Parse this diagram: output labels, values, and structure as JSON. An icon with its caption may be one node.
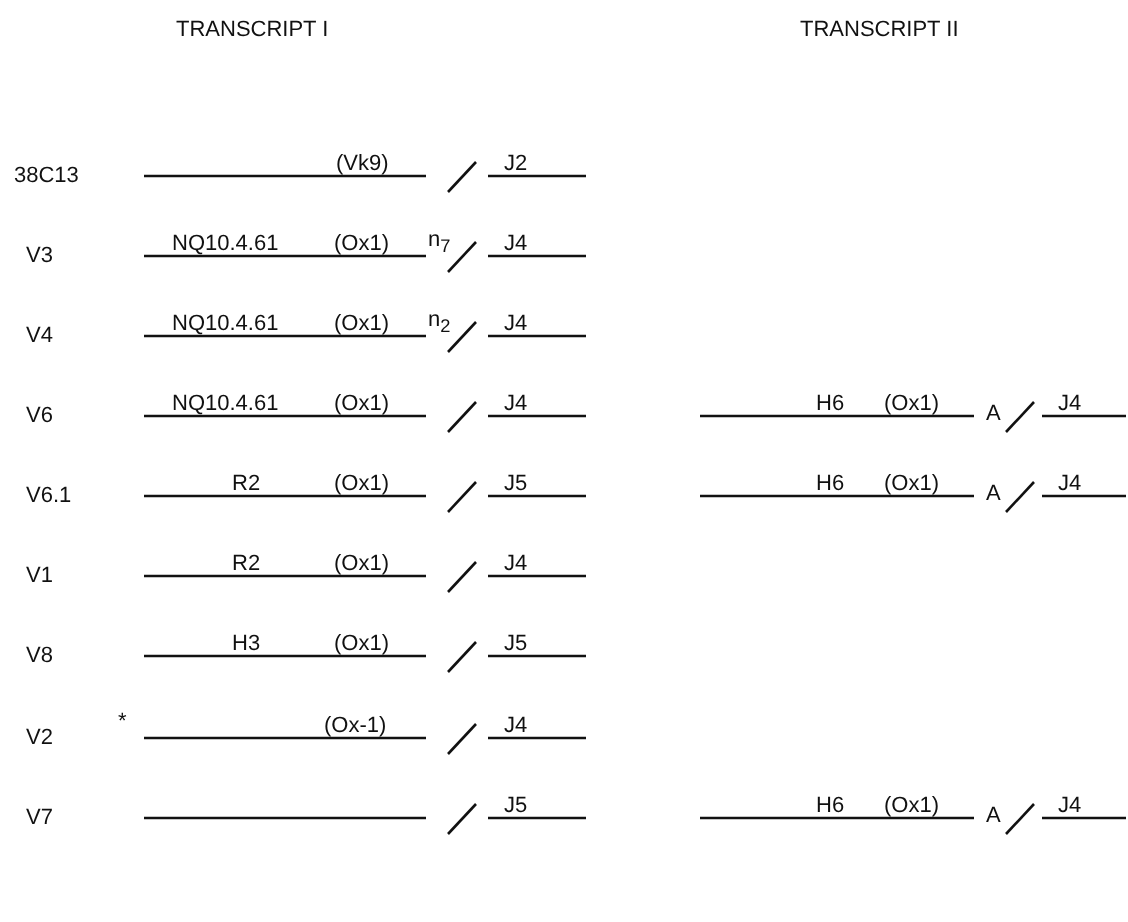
{
  "diagram": {
    "labels": [
      "TRANSCRIPT I",
      "TRANSCRIPT II",
      "38C13",
      "(Vk9)",
      "J2",
      "V3",
      "NQ10.4.61",
      "(Ox1)",
      "n$_{7}$",
      "J4",
      "V4",
      "NQ10.4.61",
      "(Ox1)",
      "n$_{2}$",
      "J4",
      "V6",
      "NQ10.4.61",
      "(Ox1)",
      "J4",
      "H6",
      "(Ox1)",
      "A",
      "J4",
      "V6.1",
      "R2",
      "(Ox1)",
      "J5",
      "H6",
      "(Ox1)",
      "A",
      "J4",
      "V1",
      "R2",
      "(Ox1)",
      "J4",
      "V8",
      "H3",
      "(Ox1)",
      "J5",
      "V2",
      "*",
      "(Ox-1)",
      "J4",
      "V7",
      "J5",
      "H6",
      "(Ox1)",
      "A",
      "J4"
    ]
  }
}
